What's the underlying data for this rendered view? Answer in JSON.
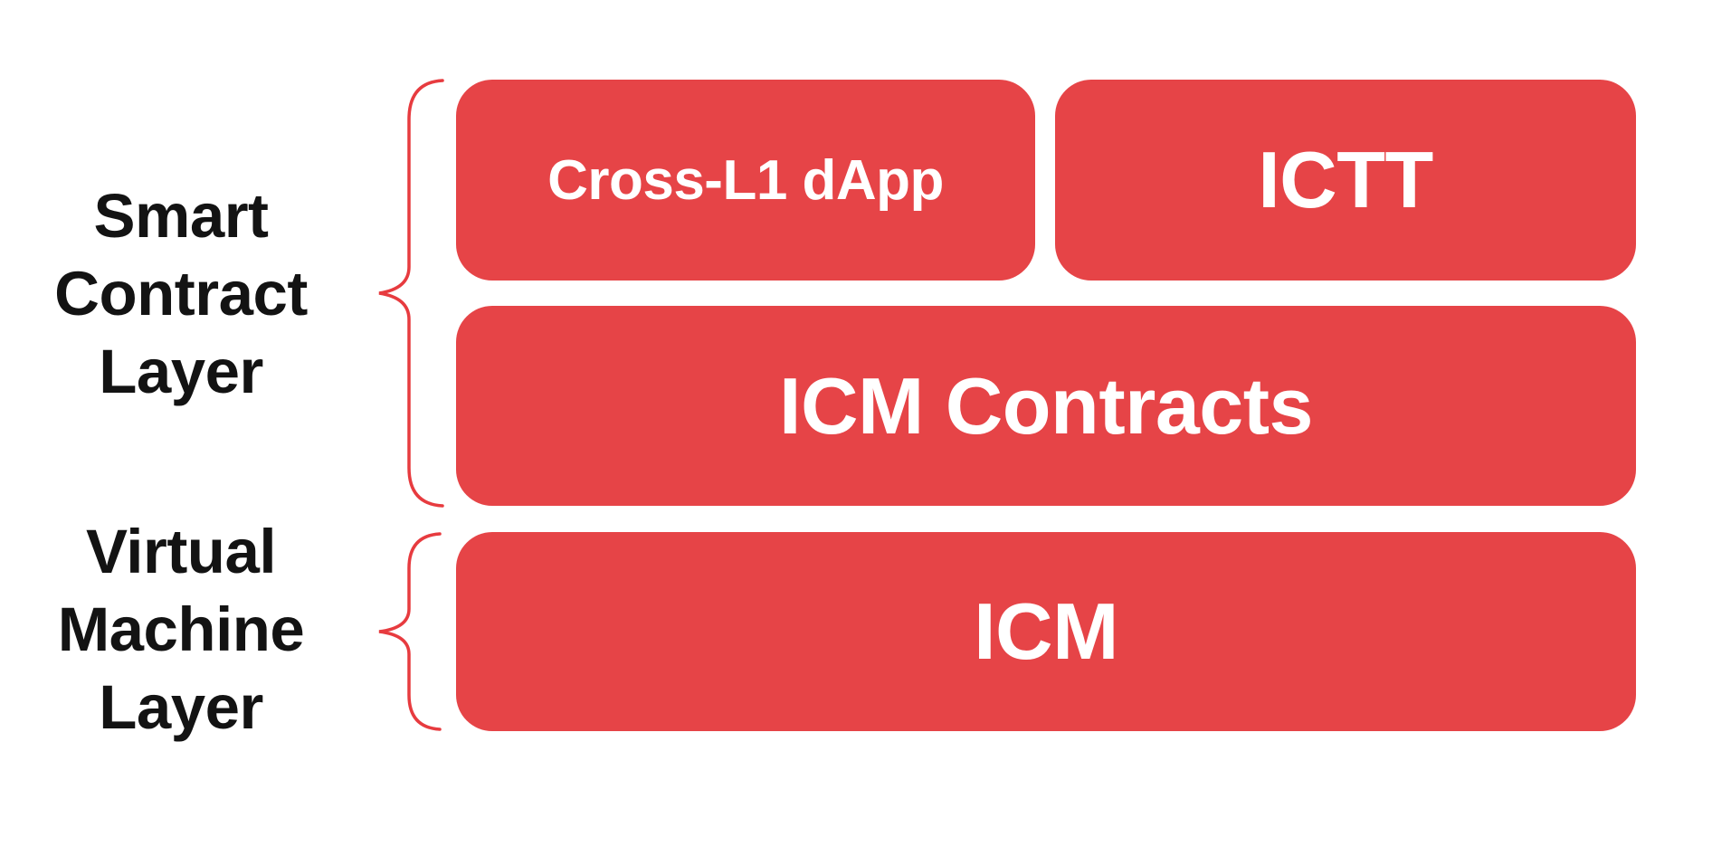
{
  "diagram_title": "ICM layered architecture diagram",
  "layers": [
    {
      "name": "Smart Contract Layer",
      "label_lines": [
        "Smart",
        "Contract",
        "Layer"
      ],
      "contains": [
        "Cross-L1 dApp",
        "ICTT",
        "ICM Contracts"
      ]
    },
    {
      "name": "Virtual Machine Layer",
      "label_lines": [
        "Virtual",
        "Machine",
        "Layer"
      ],
      "contains": [
        "ICM"
      ]
    }
  ],
  "boxes": [
    {
      "id": "cross-l1-dapp",
      "label": "Cross-L1 dApp"
    },
    {
      "id": "ictt",
      "label": "ICTT"
    },
    {
      "id": "icm-contracts",
      "label": "ICM Contracts"
    },
    {
      "id": "icm",
      "label": "ICM"
    }
  ],
  "colors": {
    "background": "#FFFFFF",
    "box_red": "#E64447",
    "brace_red": "#E73B3F",
    "label_black": "#131313",
    "box_text_white": "#FFFFFF"
  }
}
